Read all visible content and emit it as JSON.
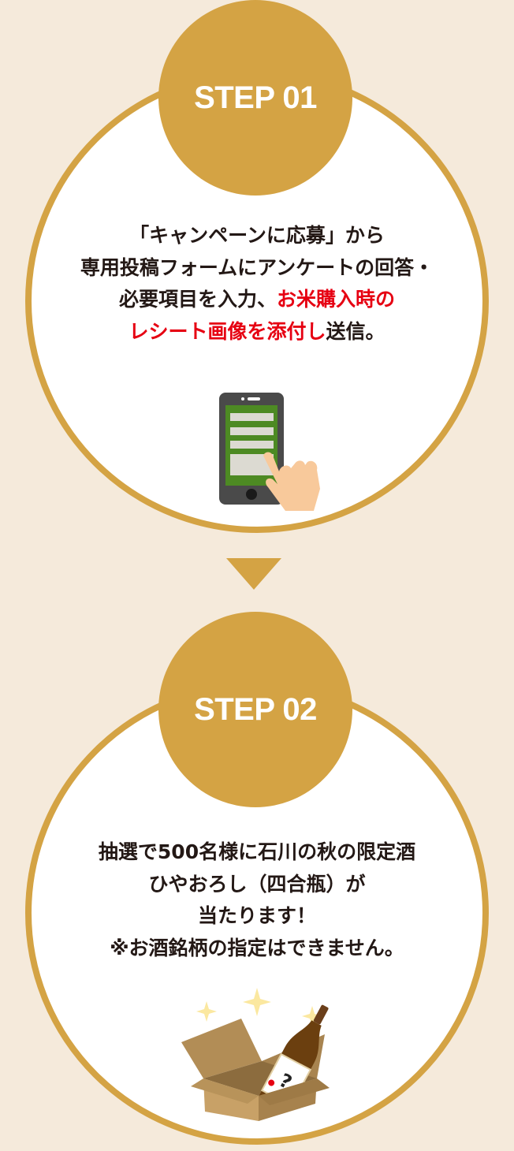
{
  "colors": {
    "background": "#f5eadb",
    "gold": "#d4a344",
    "text": "#231815",
    "highlight": "#e60012",
    "circle_fill": "#ffffff"
  },
  "steps": [
    {
      "badge_label": "STEP 01",
      "lines": [
        [
          {
            "text": "「キャンペーンに応募」から",
            "highlight": false
          }
        ],
        [
          {
            "text": "専用投稿フォームにアンケートの回答・",
            "highlight": false
          }
        ],
        [
          {
            "text": "必要項目を入力、",
            "highlight": false
          },
          {
            "text": "お米購入時の",
            "highlight": true
          }
        ],
        [
          {
            "text": "レシート画像を添付し",
            "highlight": true
          },
          {
            "text": "送信。",
            "highlight": false
          }
        ]
      ],
      "line_text": {
        "l1": "「キャンペーンに応募」から",
        "l2": "専用投稿フォームにアンケートの回答・",
        "l3a": "必要項目を入力、",
        "l3b": "お米購入時の",
        "l4a": "レシート画像を添付し",
        "l4b": "送信。"
      },
      "illustration": "smartphone-tap-icon"
    },
    {
      "badge_label": "STEP 02",
      "lines": [
        [
          {
            "text": "抽選で500名様に石川の秋の限定酒",
            "highlight": false
          }
        ],
        [
          {
            "text": "ひやおろし（四合瓶）が",
            "highlight": false
          }
        ],
        [
          {
            "text": "当たります！",
            "highlight": false
          }
        ],
        [
          {
            "text": "※お酒銘柄の指定はできません。",
            "highlight": false
          }
        ]
      ],
      "line_text": {
        "l1": "抽選で500名様に石川の秋の限定酒",
        "l2": "ひやおろし（四合瓶）が",
        "l3": "当たります！",
        "l4": "※お酒銘柄の指定はできません。"
      },
      "illustration": "sake-bottle-box-icon"
    }
  ],
  "arrow": "down-triangle-icon"
}
